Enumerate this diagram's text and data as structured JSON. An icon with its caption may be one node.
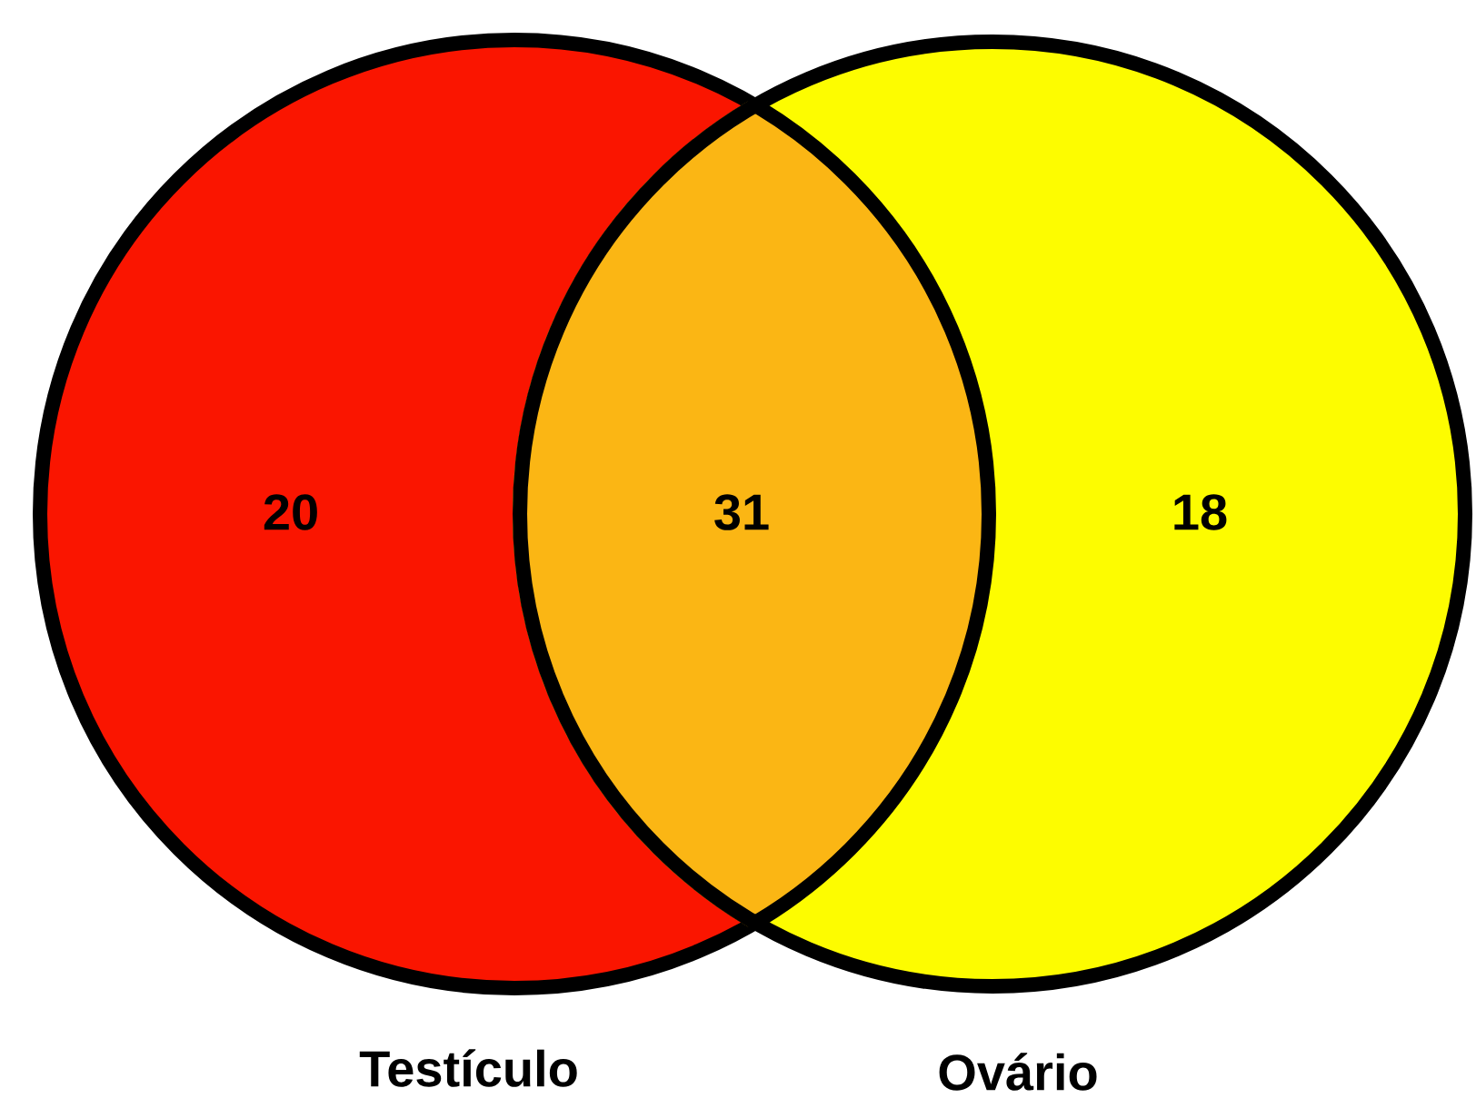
{
  "diagram": {
    "nodes": [
      {
        "text": [
          "20"
        ],
        "beside": [
          "Testículo"
        ]
      },
      {
        "text": [
          "18"
        ],
        "beside": [
          "Ovário"
        ]
      }
    ],
    "labels": [
      "31"
    ]
  }
}
